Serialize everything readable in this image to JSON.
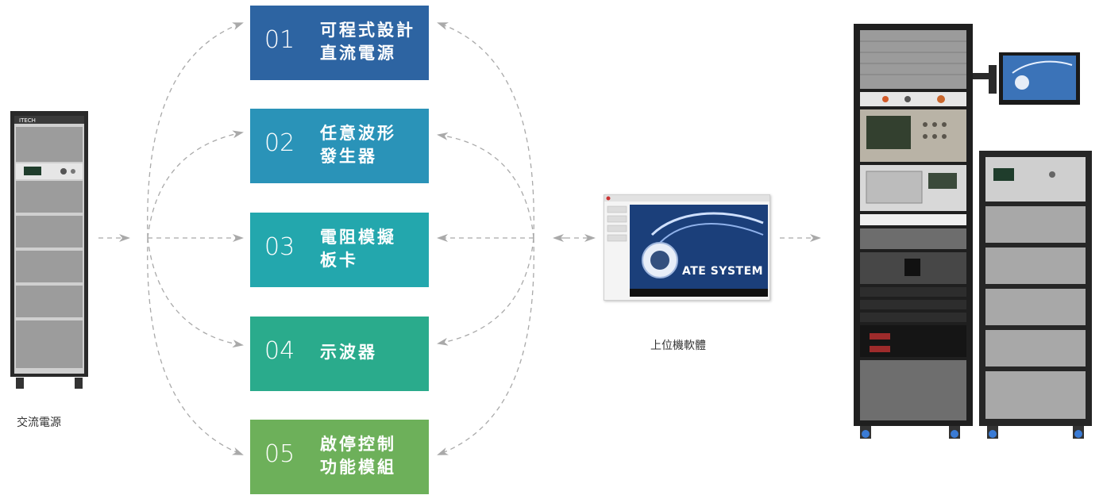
{
  "modules": [
    {
      "num": "01",
      "line1": "可程式設計",
      "line2": "直流電源",
      "color": "#2d64a2"
    },
    {
      "num": "02",
      "line1": "任意波形",
      "line2": "發生器",
      "color": "#2a93b8"
    },
    {
      "num": "03",
      "line1": "電阻模擬",
      "line2": "板卡",
      "color": "#23a7ad"
    },
    {
      "num": "04",
      "line1": "示波器",
      "line2": "",
      "color": "#2aab8c"
    },
    {
      "num": "05",
      "line1": "啟停控制",
      "line2": "功能模組",
      "color": "#6db05a"
    }
  ],
  "labels": {
    "ac_source": "交流電源",
    "host_software": "上位機軟體"
  },
  "software_screen": {
    "brand": "ATE SYSTEM"
  },
  "colors": {
    "arrow": "#a9a9a9",
    "rack_frame": "#1f1f1f"
  }
}
